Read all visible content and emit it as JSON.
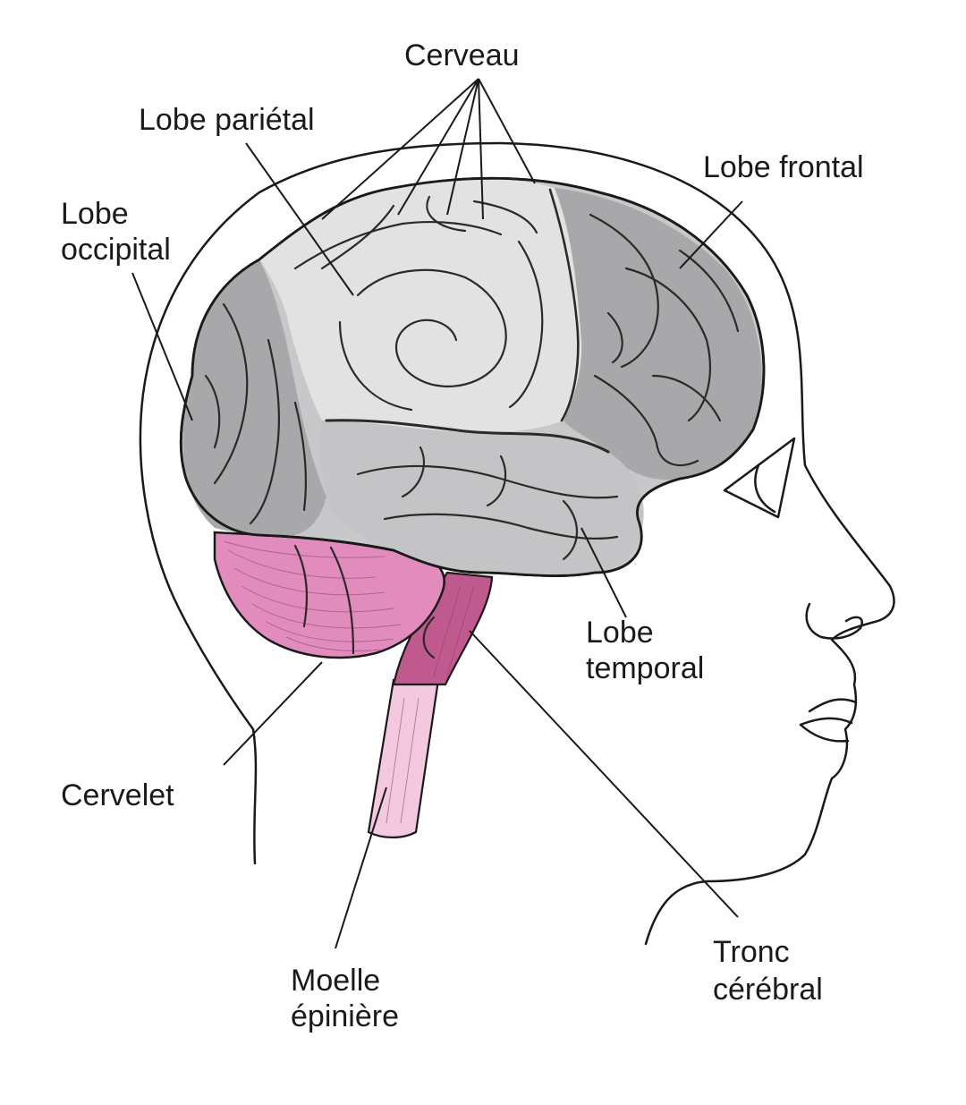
{
  "colors": {
    "brain_light": "#e2e2e2",
    "brain_dark": "#a8a8aa",
    "brain_mid": "#c4c4c6",
    "cerebellum": "#e28cbd",
    "brainstem": "#c05a8e",
    "spinal_cord": "#f4c8de",
    "outline": "#1a1a1a"
  },
  "labels": {
    "cerveau": "Cerveau",
    "lobe_parietal": "Lobe pariétal",
    "lobe_frontal": "Lobe frontal",
    "lobe_occipital_1": "Lobe",
    "lobe_occipital_2": "occipital",
    "lobe_temporal_1": "Lobe",
    "lobe_temporal_2": "temporal",
    "cervelet": "Cervelet",
    "moelle_1": "Moelle",
    "moelle_2": "épinière",
    "tronc_1": "Tronc",
    "tronc_2": "cérébral"
  }
}
